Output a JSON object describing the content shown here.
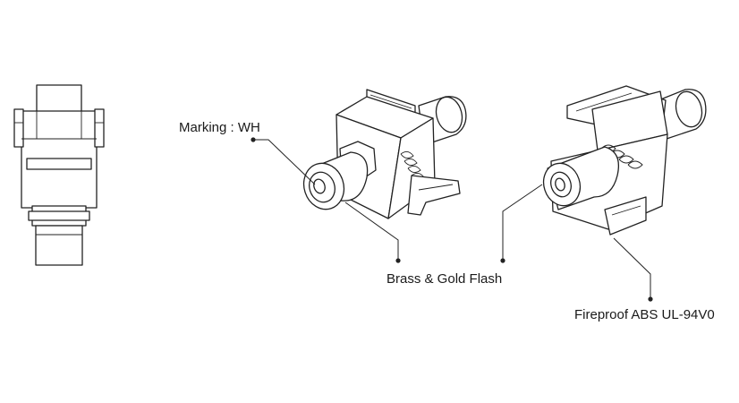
{
  "callouts": {
    "marking": "Marking : WH",
    "brass": "Brass & Gold Flash",
    "fireproof": "Fireproof ABS UL-94V0"
  }
}
